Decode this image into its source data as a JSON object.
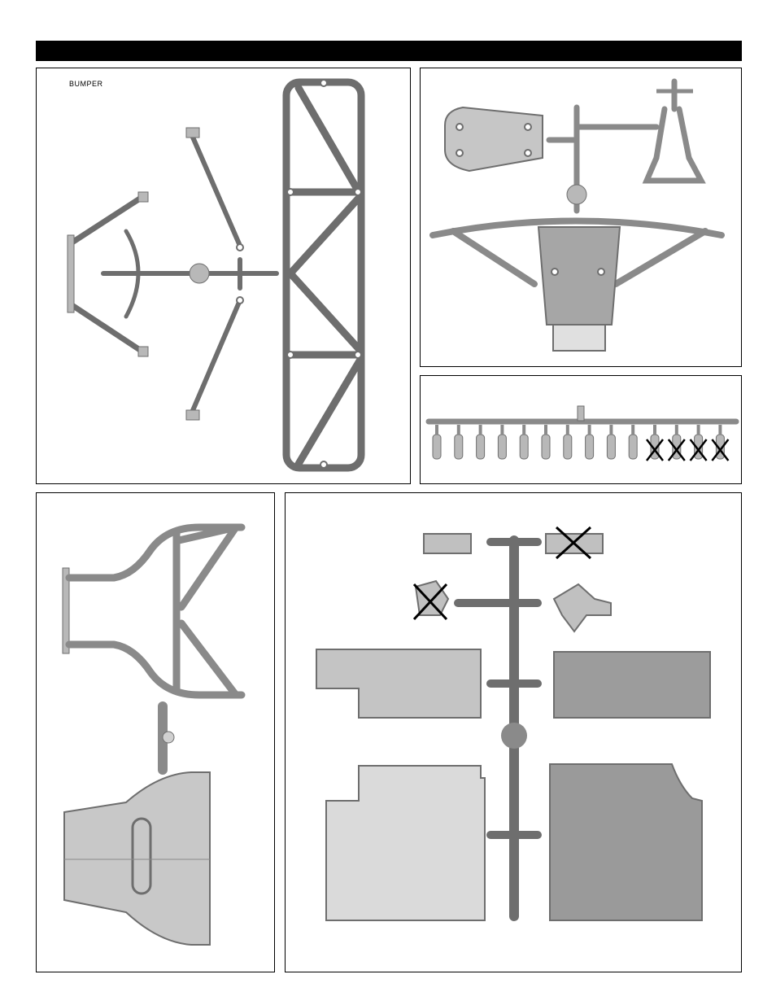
{
  "header": {
    "title": ""
  },
  "panels": {
    "bumper": {
      "label": "BUMPER"
    }
  },
  "colors": {
    "part_fill": "#b8b8b8",
    "part_stroke": "#6e6e6e",
    "part_dark": "#8a8a8a",
    "mark": "#000000"
  },
  "excluded_marks": {
    "top_right_small_parts": 4,
    "sprue_b_parts": 2
  }
}
